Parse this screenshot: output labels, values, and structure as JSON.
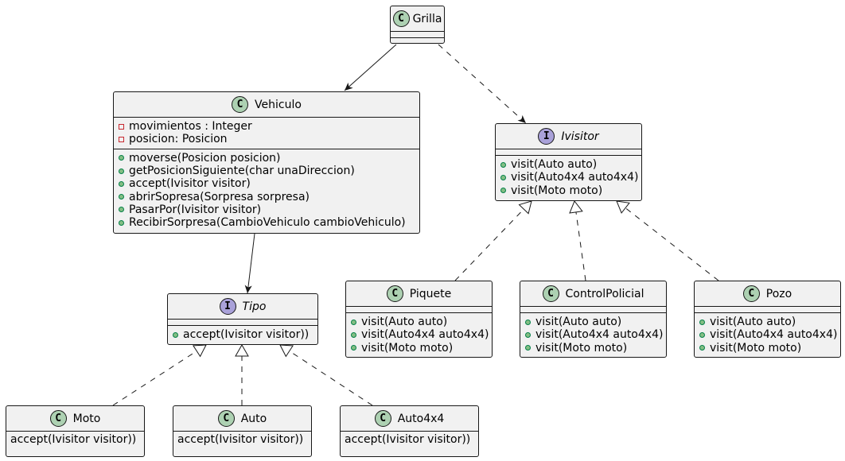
{
  "classes": {
    "grilla": {
      "name": "Grilla",
      "stereotype": "C"
    },
    "vehiculo": {
      "name": "Vehiculo",
      "stereotype": "C",
      "fields": [
        {
          "vis": "private",
          "text": "movimientos : Integer"
        },
        {
          "vis": "private",
          "text": "posicion: Posicion"
        }
      ],
      "methods": [
        {
          "vis": "public",
          "text": "moverse(Posicion posicion)"
        },
        {
          "vis": "public",
          "text": "getPosicionSiguiente(char unaDireccion)"
        },
        {
          "vis": "public",
          "text": "accept(Ivisitor visitor)"
        },
        {
          "vis": "public",
          "text": "abrirSopresa(Sorpresa sorpresa)"
        },
        {
          "vis": "public",
          "text": "PasarPor(Ivisitor visitor)"
        },
        {
          "vis": "public",
          "text": "RecibirSorpresa(CambioVehiculo cambioVehiculo)"
        }
      ]
    },
    "ivisitor": {
      "name": "Ivisitor",
      "stereotype": "I",
      "methods": [
        {
          "vis": "public",
          "text": "visit(Auto auto)"
        },
        {
          "vis": "public",
          "text": "visit(Auto4x4 auto4x4)"
        },
        {
          "vis": "public",
          "text": "visit(Moto moto)"
        }
      ]
    },
    "tipo": {
      "name": "Tipo",
      "stereotype": "I",
      "methods": [
        {
          "vis": "public",
          "text": "accept(Ivisitor visitor))"
        }
      ]
    },
    "piquete": {
      "name": "Piquete",
      "stereotype": "C",
      "methods": [
        {
          "vis": "public",
          "text": "visit(Auto auto)"
        },
        {
          "vis": "public",
          "text": "visit(Auto4x4 auto4x4)"
        },
        {
          "vis": "public",
          "text": "visit(Moto moto)"
        }
      ]
    },
    "controlpolicial": {
      "name": "ControlPolicial",
      "stereotype": "C",
      "methods": [
        {
          "vis": "public",
          "text": "visit(Auto auto)"
        },
        {
          "vis": "public",
          "text": "visit(Auto4x4 auto4x4)"
        },
        {
          "vis": "public",
          "text": "visit(Moto moto)"
        }
      ]
    },
    "pozo": {
      "name": "Pozo",
      "stereotype": "C",
      "methods": [
        {
          "vis": "public",
          "text": "visit(Auto auto)"
        },
        {
          "vis": "public",
          "text": "visit(Auto4x4 auto4x4)"
        },
        {
          "vis": "public",
          "text": "visit(Moto moto)"
        }
      ]
    },
    "moto": {
      "name": "Moto",
      "stereotype": "C",
      "body": "accept(Ivisitor visitor))"
    },
    "auto": {
      "name": "Auto",
      "stereotype": "C",
      "body": "accept(Ivisitor visitor))"
    },
    "auto4x4": {
      "name": "Auto4x4",
      "stereotype": "C",
      "body": "accept(Ivisitor visitor))"
    }
  },
  "relations": [
    {
      "from": "grilla",
      "to": "vehiculo",
      "kind": "association"
    },
    {
      "from": "grilla",
      "to": "ivisitor",
      "kind": "dependency"
    },
    {
      "from": "vehiculo",
      "to": "tipo",
      "kind": "association"
    },
    {
      "from": "piquete",
      "to": "ivisitor",
      "kind": "realization"
    },
    {
      "from": "controlpolicial",
      "to": "ivisitor",
      "kind": "realization"
    },
    {
      "from": "pozo",
      "to": "ivisitor",
      "kind": "realization"
    },
    {
      "from": "moto",
      "to": "tipo",
      "kind": "realization"
    },
    {
      "from": "auto",
      "to": "tipo",
      "kind": "realization"
    },
    {
      "from": "auto4x4",
      "to": "tipo",
      "kind": "realization"
    }
  ],
  "colors": {
    "class_badge": "#add1b2",
    "interface_badge": "#a9a1d9",
    "box_fill": "#f1f1f1",
    "line": "#181818",
    "public_dot": "#84be84",
    "private_square": "#c82930"
  }
}
